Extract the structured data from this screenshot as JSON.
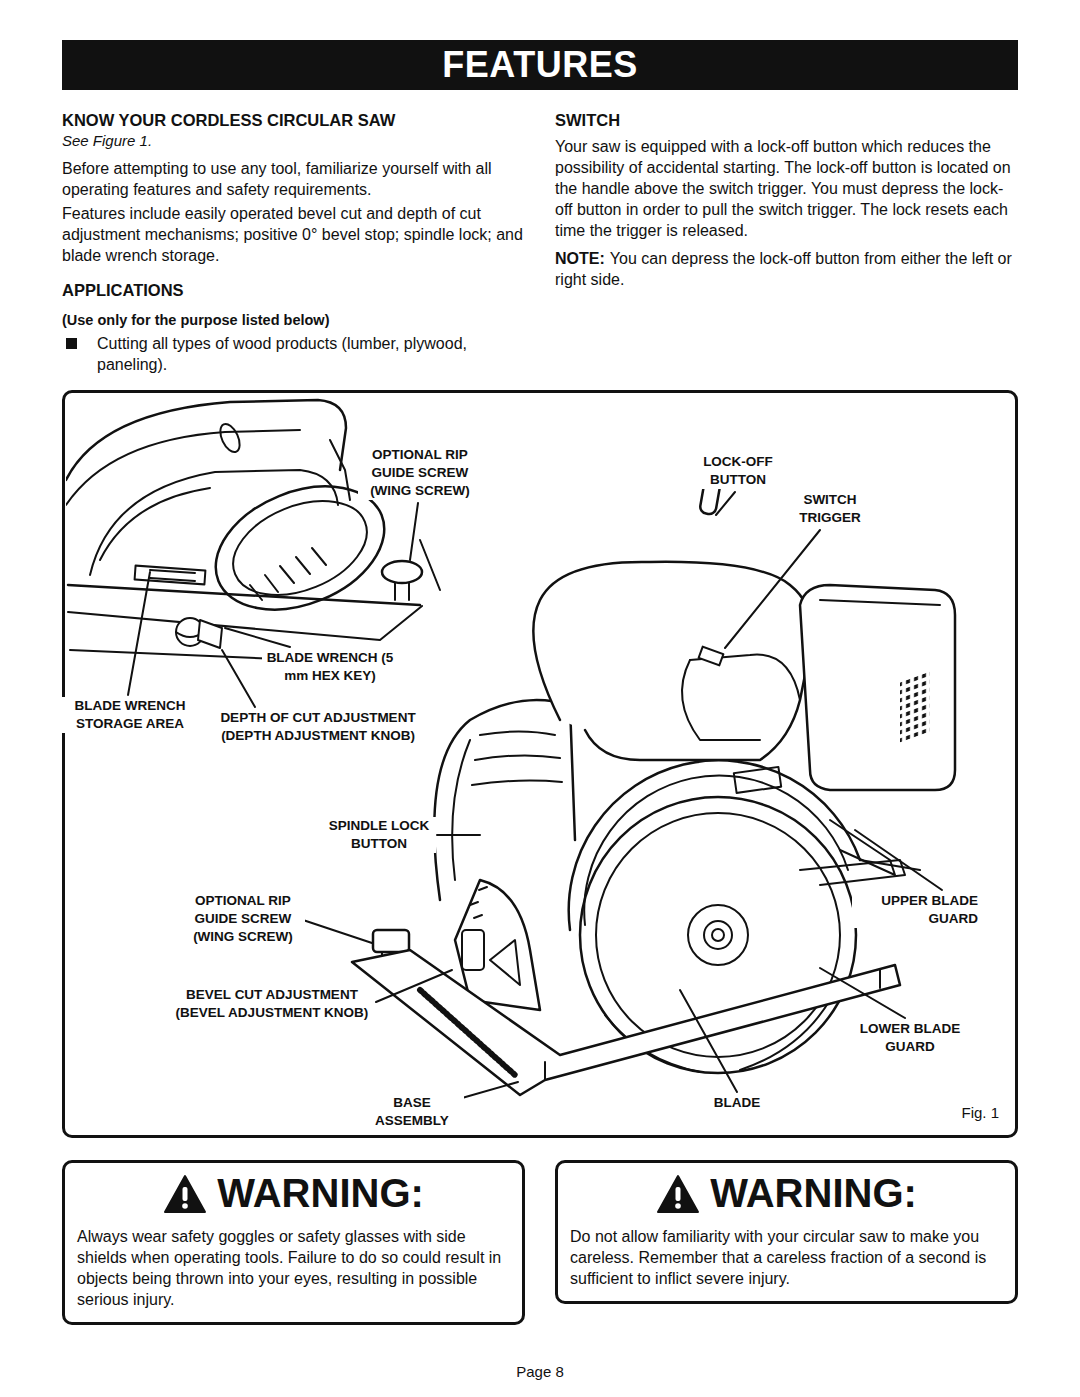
{
  "diagram": {
    "title": "FEATURES",
    "nodes": [
      {
        "text": [
          "Fig. 1"
        ]
      },
      {
        "text": [
          "WARNING:",
          "Always wear safety goggles or safety glasses with side shields when operating tools. Failure to do so could result in objects being thrown into your eyes, resulting in possible serious injury."
        ]
      },
      {
        "text": [
          "WARNING:",
          "Do not allow familiarity with your circular saw to make you careless. Remember that a careless fraction of a second is sufficient to inflict severe injury."
        ]
      }
    ],
    "labels": [
      "KNOW YOUR CORDLESS CIRCULAR SAW",
      "See Figure 1.",
      "Before attempting to use any tool, familiarize yourself with all operating features and safety requirements.",
      "Features include easily operated bevel cut and depth of cut adjustment mechanisms; positive 0° bevel stop; spindle lock; and blade wrench storage.",
      "APPLICATIONS",
      "(Use only for the purpose listed below)",
      "Cutting all types of wood products (lumber, plywood, paneling).",
      "SWITCH",
      "Your saw is equipped with a lock-off button which reduces the possibility of accidental starting. The lock-off button is located on the handle above the switch trigger. You must depress the lock-off button in order to pull the switch trigger. The lock resets each time the trigger is released.",
      "NOTE:",
      "You can depress the lock-off button from either the left or right side.",
      "OPTIONAL RIP GUIDE SCREW (WING SCREW)",
      "LOCK-OFF BUTTON",
      "SWITCH TRIGGER",
      "BLADE WRENCH (5 mm HEX KEY)",
      "BLADE WRENCH STORAGE AREA",
      "DEPTH OF CUT ADJUSTMENT (DEPTH ADJUSTMENT KNOB)",
      "SPINDLE LOCK BUTTON",
      "OPTIONAL RIP GUIDE SCREW (WING SCREW)",
      "UPPER BLADE GUARD",
      "BEVEL CUT ADJUSTMENT (BEVEL ADJUSTMENT KNOB)",
      "LOWER BLADE GUARD",
      "BASE ASSEMBLY",
      "BLADE",
      "Page 8"
    ]
  }
}
